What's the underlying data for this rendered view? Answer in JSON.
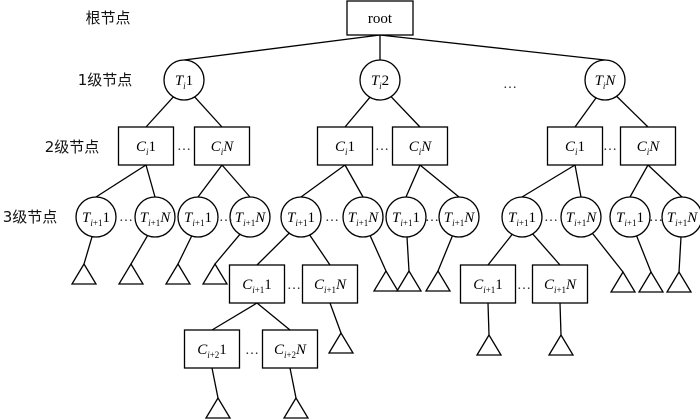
{
  "level_labels": {
    "root": "根节点",
    "level1": "1级节点",
    "level2": "2级节点",
    "level3": "3级节点"
  },
  "root": {
    "label": "root",
    "shape": "rectangle"
  },
  "ellipsis": "…",
  "nodes": [
    {
      "id": "Ti1",
      "shape": "circle",
      "base": "T",
      "sub": "i",
      "suffix": "1",
      "parent": "root"
    },
    {
      "id": "Ti2",
      "shape": "circle",
      "base": "T",
      "sub": "i",
      "suffix": "2",
      "parent": "root"
    },
    {
      "id": "TiN",
      "shape": "circle",
      "base": "T",
      "sub": "i",
      "suffix": "N",
      "parent": "root"
    },
    {
      "id": "A_Ci1",
      "shape": "rect",
      "base": "C",
      "sub": "i",
      "suffix": "1",
      "parent": "Ti1"
    },
    {
      "id": "A_CiN",
      "shape": "rect",
      "base": "C",
      "sub": "i",
      "suffix": "N",
      "parent": "Ti1"
    },
    {
      "id": "B_Ci1",
      "shape": "rect",
      "base": "C",
      "sub": "i",
      "suffix": "1",
      "parent": "Ti2"
    },
    {
      "id": "B_CiN",
      "shape": "rect",
      "base": "C",
      "sub": "i",
      "suffix": "N",
      "parent": "Ti2"
    },
    {
      "id": "C_Ci1",
      "shape": "rect",
      "base": "C",
      "sub": "i",
      "suffix": "1",
      "parent": "TiN"
    },
    {
      "id": "C_CiN",
      "shape": "rect",
      "base": "C",
      "sub": "i",
      "suffix": "N",
      "parent": "TiN"
    },
    {
      "id": "A1_T1",
      "shape": "circle",
      "base": "T",
      "sub": "i+1",
      "suffix": "1",
      "parent": "A_Ci1"
    },
    {
      "id": "A1_TN",
      "shape": "circle",
      "base": "T",
      "sub": "i+1",
      "suffix": "N",
      "parent": "A_Ci1"
    },
    {
      "id": "A2_T1",
      "shape": "circle",
      "base": "T",
      "sub": "i+1",
      "suffix": "1",
      "parent": "A_CiN"
    },
    {
      "id": "A2_TN",
      "shape": "circle",
      "base": "T",
      "sub": "i+1",
      "suffix": "N",
      "parent": "A_CiN"
    },
    {
      "id": "B1_T1",
      "shape": "circle",
      "base": "T",
      "sub": "i+1",
      "suffix": "1",
      "parent": "B_Ci1"
    },
    {
      "id": "B1_TN",
      "shape": "circle",
      "base": "T",
      "sub": "i+1",
      "suffix": "N",
      "parent": "B_Ci1"
    },
    {
      "id": "B2_T1",
      "shape": "circle",
      "base": "T",
      "sub": "i+1",
      "suffix": "1",
      "parent": "B_CiN"
    },
    {
      "id": "B2_TN",
      "shape": "circle",
      "base": "T",
      "sub": "i+1",
      "suffix": "N",
      "parent": "B_CiN"
    },
    {
      "id": "C1_T1",
      "shape": "circle",
      "base": "T",
      "sub": "i+1",
      "suffix": "1",
      "parent": "C_Ci1"
    },
    {
      "id": "C1_TN",
      "shape": "circle",
      "base": "T",
      "sub": "i+1",
      "suffix": "N",
      "parent": "C_Ci1"
    },
    {
      "id": "C2_T1",
      "shape": "circle",
      "base": "T",
      "sub": "i+1",
      "suffix": "1",
      "parent": "C_CiN"
    },
    {
      "id": "C2_TN",
      "shape": "circle",
      "base": "T",
      "sub": "i+1",
      "suffix": "N",
      "parent": "C_CiN"
    },
    {
      "id": "B_Cn1",
      "shape": "rect",
      "base": "C",
      "sub": "i+1",
      "suffix": "1",
      "parent": "B1_T1"
    },
    {
      "id": "B_CnN",
      "shape": "rect",
      "base": "C",
      "sub": "i+1",
      "suffix": "N",
      "parent": "B1_T1"
    },
    {
      "id": "C_Cn1",
      "shape": "rect",
      "base": "C",
      "sub": "i+1",
      "suffix": "1",
      "parent": "C1_T1"
    },
    {
      "id": "C_CnN",
      "shape": "rect",
      "base": "C",
      "sub": "i+1",
      "suffix": "N",
      "parent": "C1_T1"
    },
    {
      "id": "B_Cm1",
      "shape": "rect",
      "base": "C",
      "sub": "i+2",
      "suffix": "1",
      "parent": "B_Cn1"
    },
    {
      "id": "B_CmN",
      "shape": "rect",
      "base": "C",
      "sub": "i+2",
      "suffix": "N",
      "parent": "B_Cn1"
    }
  ],
  "subtrees": [
    {
      "id": "t1",
      "parent": "A1_T1"
    },
    {
      "id": "t2",
      "parent": "A1_TN"
    },
    {
      "id": "t3",
      "parent": "A2_T1"
    },
    {
      "id": "t4",
      "parent": "A2_TN"
    },
    {
      "id": "t5",
      "parent": "B1_TN"
    },
    {
      "id": "t6",
      "parent": "B2_T1"
    },
    {
      "id": "t7",
      "parent": "B2_TN"
    },
    {
      "id": "t8",
      "parent": "B_CnN"
    },
    {
      "id": "t9",
      "parent": "B_Cm1"
    },
    {
      "id": "t10",
      "parent": "B_CmN"
    },
    {
      "id": "t11",
      "parent": "C1_TN"
    },
    {
      "id": "t12",
      "parent": "C2_T1"
    },
    {
      "id": "t13",
      "parent": "C2_TN"
    },
    {
      "id": "t14",
      "parent": "C_Cn1"
    },
    {
      "id": "t15",
      "parent": "C_CnN"
    }
  ]
}
